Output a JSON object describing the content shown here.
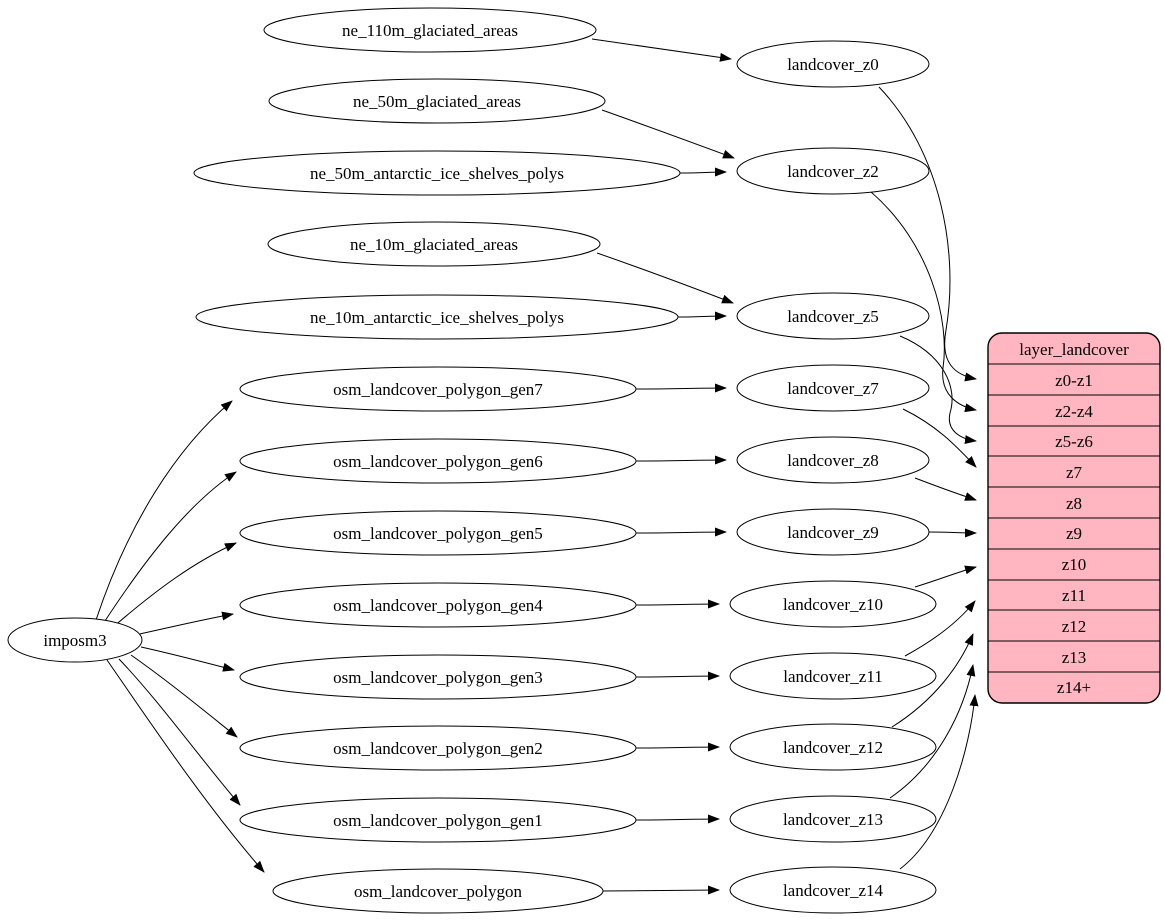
{
  "diagram_type": "dependency-graph",
  "colors": {
    "background": "#ffffff",
    "node_fill": "#ffffff",
    "node_stroke": "#000000",
    "edge_color": "#000000",
    "table_fill": "#ffb6c1",
    "table_stroke": "#000000"
  },
  "nodes": {
    "source": "imposm3",
    "inputs": [
      "ne_110m_glaciated_areas",
      "ne_50m_glaciated_areas",
      "ne_50m_antarctic_ice_shelves_polys",
      "ne_10m_glaciated_areas",
      "ne_10m_antarctic_ice_shelves_polys",
      "osm_landcover_polygon_gen7",
      "osm_landcover_polygon_gen6",
      "osm_landcover_polygon_gen5",
      "osm_landcover_polygon_gen4",
      "osm_landcover_polygon_gen3",
      "osm_landcover_polygon_gen2",
      "osm_landcover_polygon_gen1",
      "osm_landcover_polygon"
    ],
    "intermediate": [
      "landcover_z0",
      "landcover_z2",
      "landcover_z5",
      "landcover_z7",
      "landcover_z8",
      "landcover_z9",
      "landcover_z10",
      "landcover_z11",
      "landcover_z12",
      "landcover_z13",
      "landcover_z14"
    ]
  },
  "layer_table": {
    "title": "layer_landcover",
    "rows": [
      "z0-z1",
      "z2-z4",
      "z5-z6",
      "z7",
      "z8",
      "z9",
      "z10",
      "z11",
      "z12",
      "z13",
      "z14+"
    ]
  },
  "edges": [
    {
      "from": "imposm3",
      "to": "osm_landcover_polygon_gen7"
    },
    {
      "from": "imposm3",
      "to": "osm_landcover_polygon_gen6"
    },
    {
      "from": "imposm3",
      "to": "osm_landcover_polygon_gen5"
    },
    {
      "from": "imposm3",
      "to": "osm_landcover_polygon_gen4"
    },
    {
      "from": "imposm3",
      "to": "osm_landcover_polygon_gen3"
    },
    {
      "from": "imposm3",
      "to": "osm_landcover_polygon_gen2"
    },
    {
      "from": "imposm3",
      "to": "osm_landcover_polygon_gen1"
    },
    {
      "from": "imposm3",
      "to": "osm_landcover_polygon"
    },
    {
      "from": "ne_110m_glaciated_areas",
      "to": "landcover_z0"
    },
    {
      "from": "ne_50m_glaciated_areas",
      "to": "landcover_z2"
    },
    {
      "from": "ne_50m_antarctic_ice_shelves_polys",
      "to": "landcover_z2"
    },
    {
      "from": "ne_10m_glaciated_areas",
      "to": "landcover_z5"
    },
    {
      "from": "ne_10m_antarctic_ice_shelves_polys",
      "to": "landcover_z5"
    },
    {
      "from": "osm_landcover_polygon_gen7",
      "to": "landcover_z7"
    },
    {
      "from": "osm_landcover_polygon_gen6",
      "to": "landcover_z8"
    },
    {
      "from": "osm_landcover_polygon_gen5",
      "to": "landcover_z9"
    },
    {
      "from": "osm_landcover_polygon_gen4",
      "to": "landcover_z10"
    },
    {
      "from": "osm_landcover_polygon_gen3",
      "to": "landcover_z11"
    },
    {
      "from": "osm_landcover_polygon_gen2",
      "to": "landcover_z12"
    },
    {
      "from": "osm_landcover_polygon_gen1",
      "to": "landcover_z13"
    },
    {
      "from": "osm_landcover_polygon",
      "to": "landcover_z14"
    },
    {
      "from": "landcover_z0",
      "to": "layer_landcover:z0-z1"
    },
    {
      "from": "landcover_z2",
      "to": "layer_landcover:z2-z4"
    },
    {
      "from": "landcover_z5",
      "to": "layer_landcover:z5-z6"
    },
    {
      "from": "landcover_z7",
      "to": "layer_landcover:z7"
    },
    {
      "from": "landcover_z8",
      "to": "layer_landcover:z8"
    },
    {
      "from": "landcover_z9",
      "to": "layer_landcover:z9"
    },
    {
      "from": "landcover_z10",
      "to": "layer_landcover:z10"
    },
    {
      "from": "landcover_z11",
      "to": "layer_landcover:z11"
    },
    {
      "from": "landcover_z12",
      "to": "layer_landcover:z12"
    },
    {
      "from": "landcover_z13",
      "to": "layer_landcover:z13"
    },
    {
      "from": "landcover_z14",
      "to": "layer_landcover:z14+"
    }
  ]
}
